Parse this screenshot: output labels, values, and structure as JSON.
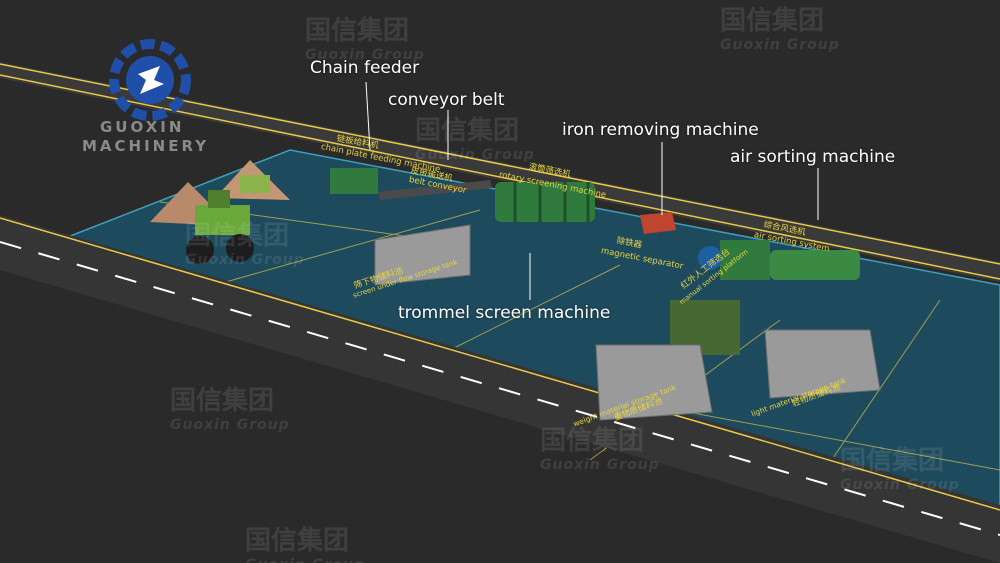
{
  "logo": {
    "brand_line1": "GUOXIN",
    "brand_line2": "MACHINERY",
    "icon": "guoxin-gear-logo-icon",
    "color": "#1f4fa8"
  },
  "callouts": [
    {
      "id": "chain",
      "text": "Chain feeder"
    },
    {
      "id": "belt",
      "text": "conveyor belt"
    },
    {
      "id": "iron",
      "text": "iron removing machine"
    },
    {
      "id": "air",
      "text": "air sorting machine"
    },
    {
      "id": "trommel",
      "text": "trommel screen machine"
    }
  ],
  "machine_labels": {
    "chain_cn": "链板给料机",
    "chain_en": "chain plate feeding machine",
    "belt_cn": "皮带输送机",
    "belt_en": "belt conveyor",
    "rotary_cn": "滚筒筛选机",
    "rotary_en": "rotary screening machine",
    "magnetic_cn": "除铁器",
    "magnetic_en": "magnetic separator",
    "air_cn": "综合风选机",
    "air_en": "air sorting system",
    "manual_cn": "红外人工筛选台",
    "manual_en": "manual sorting platform",
    "screen_tank_cn": "筛下物储料池",
    "screen_tank_en": "screen under flow storage tank",
    "heavy_tank_cn": "重物质储料池",
    "heavy_tank_en": "weight material storage tank",
    "light_tank_cn": "轻物质储料池",
    "light_tank_en": "light material storage tank"
  },
  "watermark": {
    "cn": "国信集团",
    "en": "Guoxin Group"
  },
  "colors": {
    "ground": "#2a2a2b",
    "floor": "#1f4b5e",
    "machine_green": "#2f7a3c",
    "label_yellow": "#e8d640",
    "road_line": "#e6c84a"
  }
}
